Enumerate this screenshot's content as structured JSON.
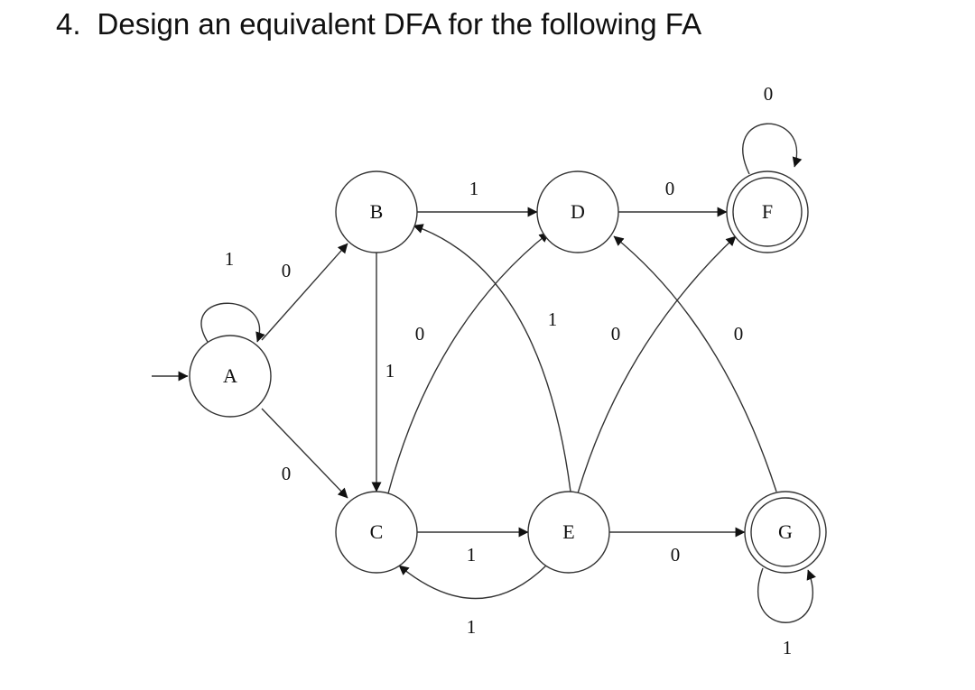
{
  "question": {
    "number": "4.",
    "text": "Design an equivalent DFA for the following FA"
  },
  "states": [
    {
      "id": "A",
      "label": "A",
      "start": true,
      "accepting": false
    },
    {
      "id": "B",
      "label": "B",
      "start": false,
      "accepting": false
    },
    {
      "id": "C",
      "label": "C",
      "start": false,
      "accepting": false
    },
    {
      "id": "D",
      "label": "D",
      "start": false,
      "accepting": false
    },
    {
      "id": "E",
      "label": "E",
      "start": false,
      "accepting": false
    },
    {
      "id": "F",
      "label": "F",
      "start": false,
      "accepting": true
    },
    {
      "id": "G",
      "label": "G",
      "start": false,
      "accepting": true
    }
  ],
  "transitions": [
    {
      "from": "A",
      "to": "A",
      "label": "1"
    },
    {
      "from": "A",
      "to": "B",
      "label": "0"
    },
    {
      "from": "A",
      "to": "C",
      "label": "0"
    },
    {
      "from": "B",
      "to": "D",
      "label": "1"
    },
    {
      "from": "B",
      "to": "C",
      "label": "1"
    },
    {
      "from": "C",
      "to": "D",
      "label": "0"
    },
    {
      "from": "C",
      "to": "E",
      "label": "1"
    },
    {
      "from": "E",
      "to": "C",
      "label": "1"
    },
    {
      "from": "E",
      "to": "B",
      "label": "1"
    },
    {
      "from": "E",
      "to": "F",
      "label": "0"
    },
    {
      "from": "E",
      "to": "G",
      "label": "0"
    },
    {
      "from": "D",
      "to": "F",
      "label": "0"
    },
    {
      "from": "F",
      "to": "F",
      "label": "0"
    },
    {
      "from": "G",
      "to": "D",
      "label": "0"
    },
    {
      "from": "G",
      "to": "G",
      "label": "1"
    }
  ]
}
